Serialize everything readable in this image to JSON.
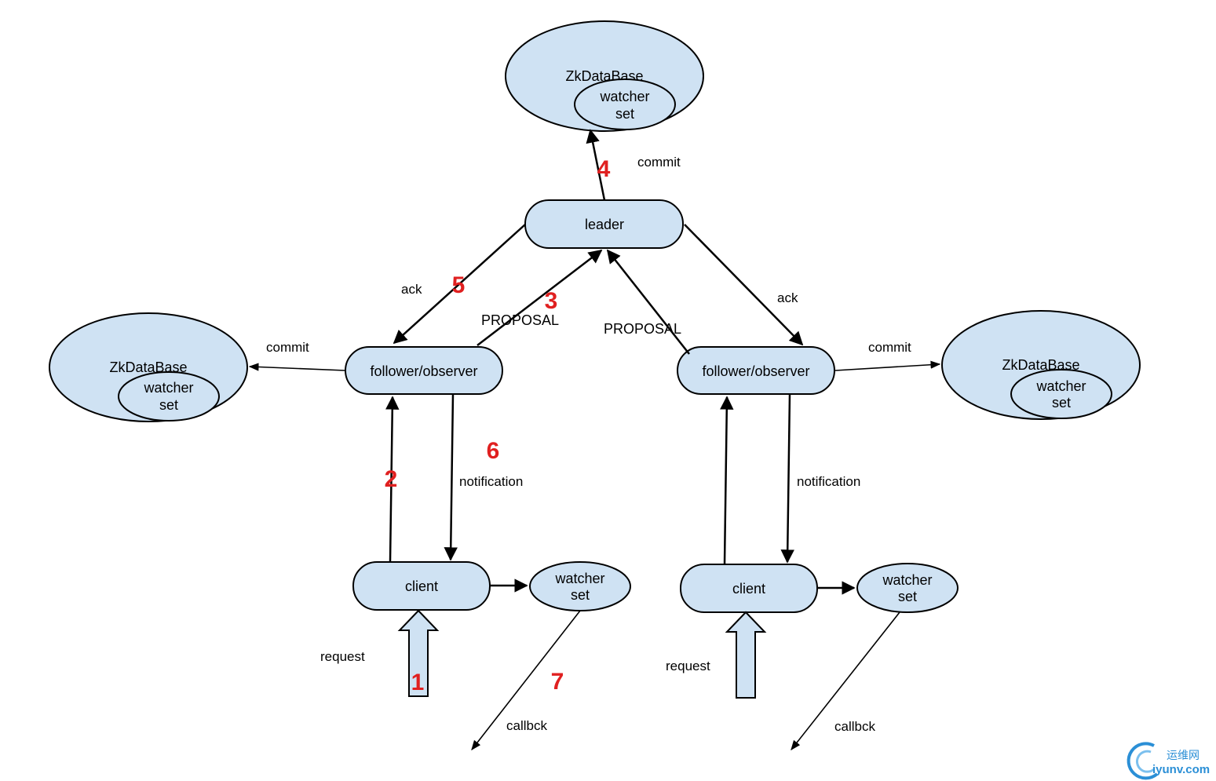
{
  "nodes": {
    "zk_top": "ZkDataBase",
    "watcher_top": [
      "watcher",
      "set"
    ],
    "leader": "leader",
    "zk_left": "ZkDataBase",
    "watcher_left": [
      "watcher",
      "set"
    ],
    "zk_right": "ZkDataBase",
    "watcher_right": [
      "watcher",
      "set"
    ],
    "follower_left": "follower/observer",
    "follower_right": "follower/observer",
    "client_left": "client",
    "client_right": "client",
    "client_watcher_left": [
      "watcher",
      "set"
    ],
    "client_watcher_right": [
      "watcher",
      "set"
    ]
  },
  "edge_labels": {
    "commit_top": "commit",
    "ack_left": "ack",
    "ack_right": "ack",
    "proposal_left": "PROPOSAL",
    "proposal_right": "PROPOSAL",
    "commit_left": "commit",
    "commit_right": "commit",
    "notification_left": "notification",
    "notification_right": "notification",
    "request_left": "request",
    "request_right": "request",
    "callback_left": "callbck",
    "callback_right": "callbck"
  },
  "step_numbers": {
    "s1": "1",
    "s2": "2",
    "s3": "3",
    "s4": "4",
    "s5": "5",
    "s6": "6",
    "s7": "7"
  },
  "watermark": {
    "site": "运维网",
    "domain": "iyunv.com",
    "color": "#2b8fd6"
  },
  "colors": {
    "node_fill": "#cfe2f3",
    "step_number": "#e02020"
  }
}
